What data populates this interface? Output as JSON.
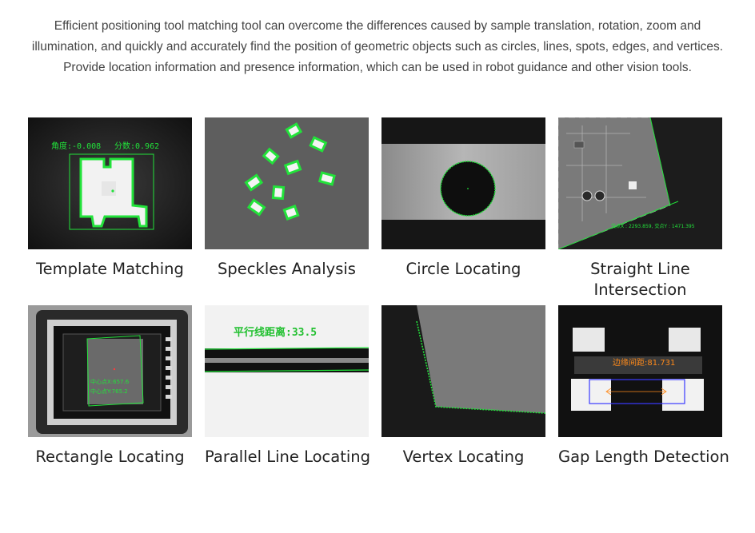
{
  "intro": {
    "lines": [
      "Efficient positioning tool matching tool can overcome the differences caused by sample translation, rotation, zoom and",
      "illumination, and quickly and accurately find the position of geometric objects such as circles, lines, spots, edges, and vertices.",
      "Provide location information and presence information, which can be used in robot guidance and other vision tools."
    ]
  },
  "cards": [
    {
      "title": "Template Matching",
      "overlay": [
        "角度:-0.008",
        "分数:0.962"
      ]
    },
    {
      "title": "Speckles Analysis"
    },
    {
      "title": "Circle Locating"
    },
    {
      "title_lines": [
        "Straight Line",
        "Intersection"
      ],
      "overlay": [
        "交点X : 2293.859, 交点Y : 1471.395"
      ]
    },
    {
      "title": "Rectangle Locating",
      "overlay": [
        "中心点X:657.6",
        "中心点Y:765.2"
      ]
    },
    {
      "title": "Parallel Line Locating",
      "overlay": [
        "平行线距离:33.5"
      ]
    },
    {
      "title": "Vertex Locating"
    },
    {
      "title": "Gap Length Detection",
      "overlay": [
        "边缘间距:81.731"
      ]
    }
  ],
  "colors": {
    "detect_green": "#22e23a",
    "gap_orange": "#ff8a1a",
    "gap_blue": "#3a3aff",
    "caption_text": "#222222",
    "intro_text": "#444444"
  }
}
